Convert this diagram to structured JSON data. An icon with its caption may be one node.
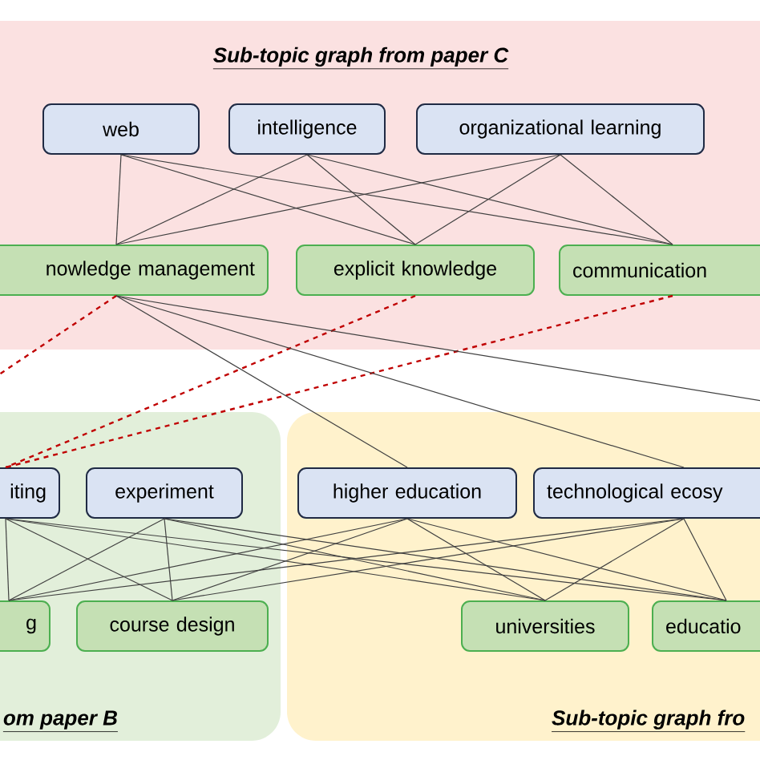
{
  "diagram": {
    "nodes": [
      {
        "text": [
          "Sub-topic graph from paper C"
        ]
      },
      {
        "text": [
          "web"
        ],
        "in": 0
      },
      {
        "text": [
          "intelligence"
        ],
        "in": 0
      },
      {
        "text": [
          "organizational learning"
        ],
        "in": 0
      },
      {
        "text": [
          "nowledge management"
        ],
        "in": 0
      },
      {
        "text": [
          "explicit knowledge"
        ],
        "in": 0
      },
      {
        "text": [
          "communication"
        ],
        "in": 0
      },
      {
        "text": [
          "om paper B"
        ]
      },
      {
        "text": [
          "iting"
        ],
        "in": 7
      },
      {
        "text": [
          "experiment"
        ],
        "in": 7
      },
      {
        "text": [
          "g"
        ],
        "in": 7
      },
      {
        "text": [
          "course design"
        ],
        "in": 7
      },
      {
        "text": [
          "Sub-topic graph fro"
        ]
      },
      {
        "text": [
          "higher education"
        ],
        "in": 12
      },
      {
        "text": [
          "technological ecosy"
        ],
        "in": 12
      },
      {
        "text": [
          "universities"
        ],
        "in": 12
      },
      {
        "text": [
          "educatio"
        ],
        "in": 12
      }
    ],
    "edges": [
      {
        "from": 1,
        "to": 4,
        "arrow": "none"
      },
      {
        "from": 1,
        "to": 5,
        "arrow": "none"
      },
      {
        "from": 1,
        "to": 6,
        "arrow": "none"
      },
      {
        "from": 2,
        "to": 4,
        "arrow": "none"
      },
      {
        "from": 2,
        "to": 5,
        "arrow": "none"
      },
      {
        "from": 2,
        "to": 6,
        "arrow": "none"
      },
      {
        "from": 3,
        "to": 4,
        "arrow": "none"
      },
      {
        "from": 3,
        "to": 5,
        "arrow": "none"
      },
      {
        "from": 3,
        "to": 6,
        "arrow": "none"
      },
      {
        "from": 4,
        "to": 7,
        "arrow": "none",
        "style": "dashed",
        "color": "#c00000"
      },
      {
        "from": 5,
        "to": 8,
        "arrow": "none",
        "style": "dashed",
        "color": "#c00000"
      },
      {
        "from": 6,
        "to": 8,
        "arrow": "none",
        "style": "dashed",
        "color": "#c00000"
      },
      {
        "from": 4,
        "to": 13,
        "arrow": "none"
      },
      {
        "from": 4,
        "to": 14,
        "arrow": "none"
      },
      {
        "from": 4,
        "to": 12,
        "arrow": "none"
      },
      {
        "from": 8,
        "to": 10,
        "arrow": "none"
      },
      {
        "from": 8,
        "to": 11,
        "arrow": "none"
      },
      {
        "from": 8,
        "to": 15,
        "arrow": "none"
      },
      {
        "from": 8,
        "to": 16,
        "arrow": "none"
      },
      {
        "from": 9,
        "to": 10,
        "arrow": "none"
      },
      {
        "from": 9,
        "to": 11,
        "arrow": "none"
      },
      {
        "from": 9,
        "to": 15,
        "arrow": "none"
      },
      {
        "from": 9,
        "to": 16,
        "arrow": "none"
      },
      {
        "from": 13,
        "to": 10,
        "arrow": "none"
      },
      {
        "from": 13,
        "to": 11,
        "arrow": "none"
      },
      {
        "from": 13,
        "to": 15,
        "arrow": "none"
      },
      {
        "from": 13,
        "to": 16,
        "arrow": "none"
      },
      {
        "from": 14,
        "to": 10,
        "arrow": "none"
      },
      {
        "from": 14,
        "to": 11,
        "arrow": "none"
      },
      {
        "from": 14,
        "to": 15,
        "arrow": "none"
      },
      {
        "from": 14,
        "to": 16,
        "arrow": "none"
      }
    ]
  }
}
